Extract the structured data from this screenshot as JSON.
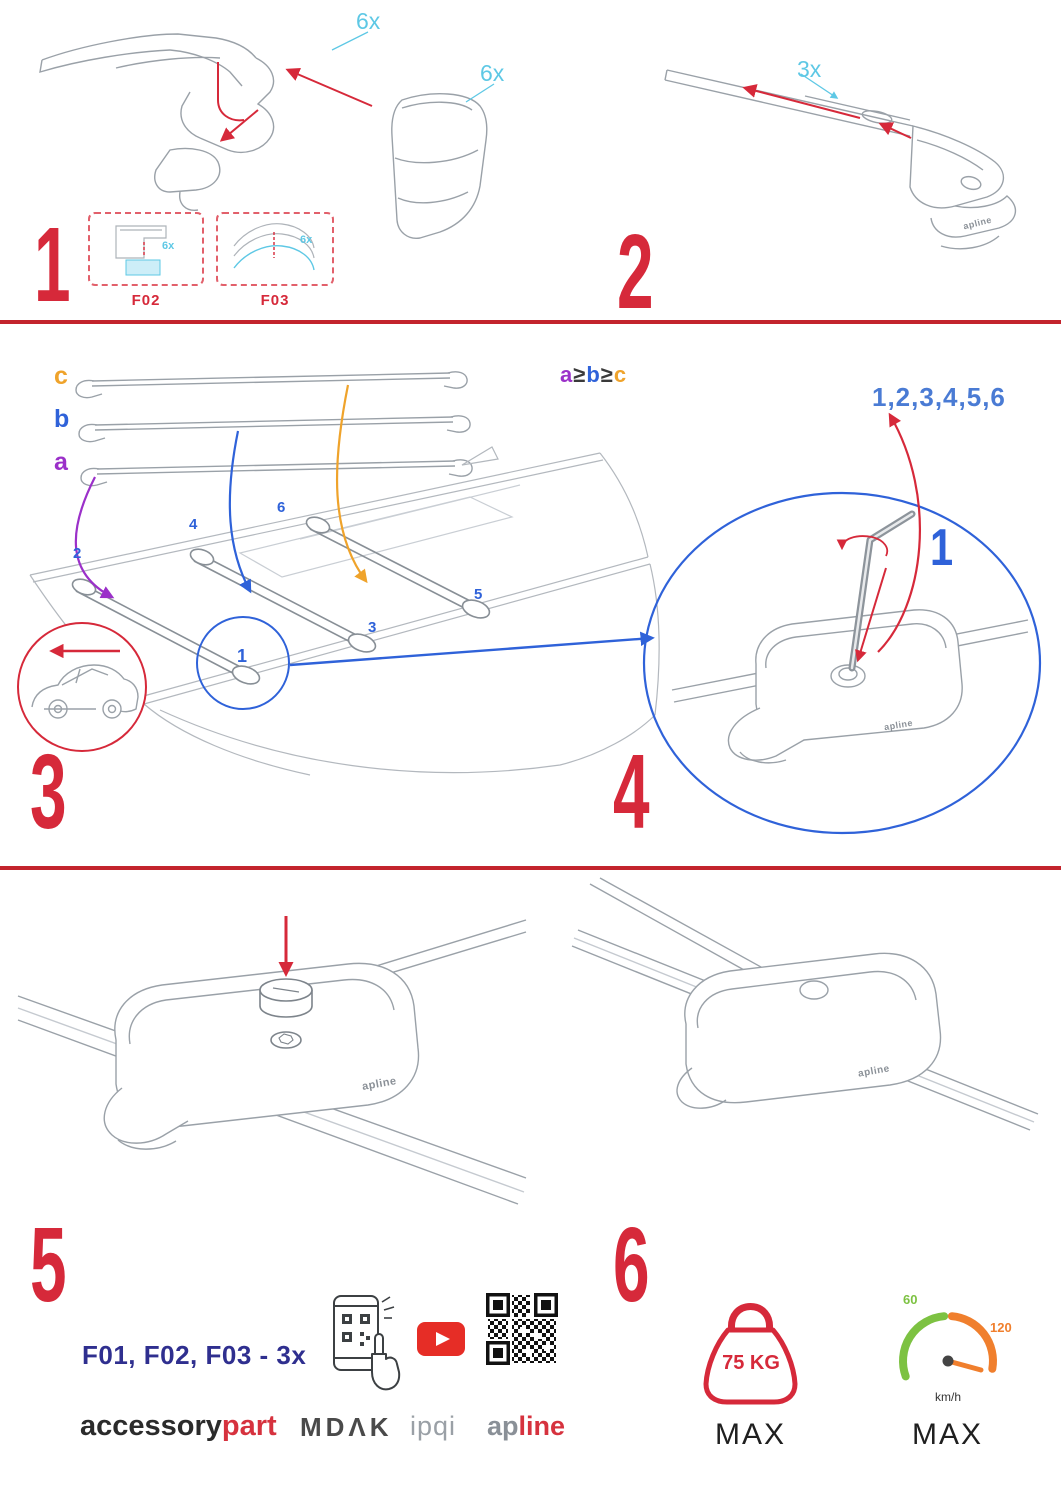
{
  "colors": {
    "step_red": "#d6293a",
    "qty_cyan": "#5ec8e5",
    "size_a_purple": "#9b30c9",
    "size_b_blue": "#2f62d9",
    "size_c_orange": "#efa32b",
    "position_blue": "#2f62d9",
    "sequence_blue": "#4a7bd4",
    "parts_navy": "#2f2f8f",
    "brand_dark": "#2b2b2b",
    "brand_gray": "#8a9097",
    "brand_red": "#d6323e",
    "gauge_green": "#7dc242",
    "gauge_orange": "#f07f2d"
  },
  "step1": {
    "number": "1",
    "qty_cap": "6x",
    "qty_cover": "6x",
    "box_f02": {
      "label": "F02",
      "qty": "6x"
    },
    "box_f03": {
      "label": "F03",
      "qty": "6x"
    }
  },
  "step2": {
    "number": "2",
    "qty": "3x",
    "clamp_logo": "apline"
  },
  "step3": {
    "number": "3",
    "size_c": "c",
    "size_b": "b",
    "size_a": "a",
    "rule": {
      "a": "a",
      "ge1": "≥",
      "b": "b",
      "ge2": "≥",
      "c": "c"
    },
    "positions": {
      "p1": "1",
      "p2": "2",
      "p3": "3",
      "p4": "4",
      "p5": "5",
      "p6": "6"
    }
  },
  "step4": {
    "number": "4",
    "sequence": "1,2,3,4,5,6",
    "callout": "1",
    "clamp_logo": "apline"
  },
  "step5": {
    "number": "5",
    "clamp_logo": "apline"
  },
  "step6": {
    "number": "6",
    "clamp_logo": "apline"
  },
  "footer": {
    "parts_codes": "F01, F02, F03 - 3x",
    "brands": {
      "accessory": "accessory",
      "part": "part",
      "mdak": "MDΛK",
      "ipqi": "ipqi",
      "apline_ap": "ap",
      "apline_line": "line"
    },
    "weight": {
      "value": "75 KG",
      "max": "MAX"
    },
    "speed": {
      "low": "60",
      "high": "120",
      "unit": "km/h",
      "max": "MAX"
    }
  }
}
